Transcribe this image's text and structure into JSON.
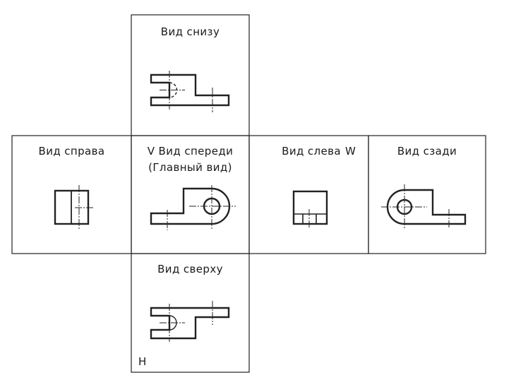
{
  "views": {
    "bottom": {
      "label": "Вид снизу"
    },
    "right": {
      "label": "Вид справа"
    },
    "front": {
      "label_line1": "V Вид спереди",
      "label_line2": "(Главный вид)"
    },
    "left": {
      "label": "Вид слева",
      "plane_letter": "W"
    },
    "back": {
      "label": "Вид сзади"
    },
    "top": {
      "label": "Вид сверху",
      "plane_letter": "H"
    }
  },
  "colors": {
    "line": "#1a1a1a",
    "background": "#ffffff"
  }
}
